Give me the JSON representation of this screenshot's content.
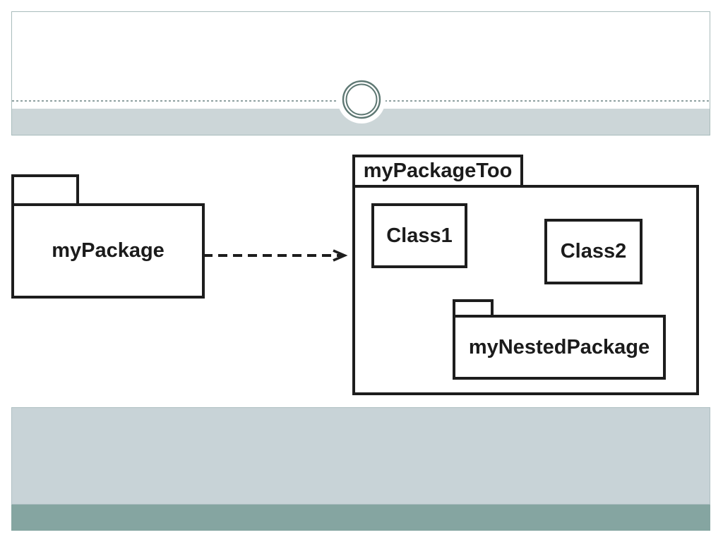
{
  "slide": {
    "theme_colors": {
      "header_band": "#ccd6d8",
      "footer_band_light": "#c8d3d7",
      "footer_band_dark": "#85a5a1",
      "header_border": "#a9bcbc",
      "dotted_rule": "#8fa1a1",
      "ring": "#5e7873",
      "diagram_stroke": "#1d1d1d",
      "label_color": "#1b1b1b"
    },
    "ornaments": [
      "dotted-rule",
      "double-ring-icon"
    ]
  },
  "diagram": {
    "type": "uml-package-diagram",
    "packages": [
      {
        "id": "myPackage",
        "label": "myPackage",
        "tab_label": "",
        "parent": null
      },
      {
        "id": "myPackageToo",
        "label": "myPackageToo",
        "label_position": "tab",
        "parent": null
      },
      {
        "id": "myNestedPackage",
        "label": "myNestedPackage",
        "tab_label": "",
        "parent": "myPackageToo"
      }
    ],
    "classes": [
      {
        "id": "Class1",
        "label": "Class1",
        "parent": "myPackageToo"
      },
      {
        "id": "Class2",
        "label": "Class2",
        "parent": "myPackageToo"
      }
    ],
    "dependency": {
      "from": "myPackage",
      "to": "myPackageToo",
      "line_style": "dashed",
      "arrowhead": "open"
    }
  }
}
